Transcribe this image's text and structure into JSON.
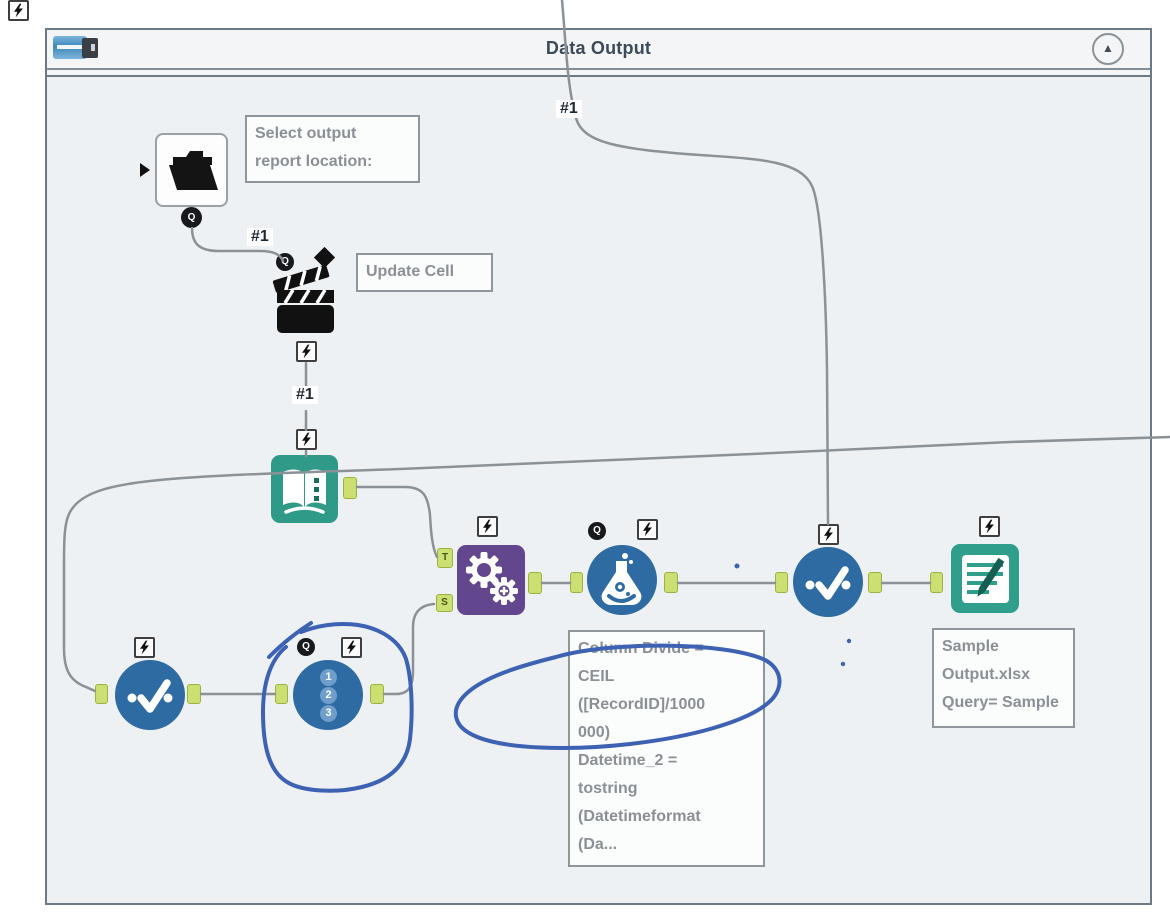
{
  "window": {
    "title": "Data Output",
    "collapse_glyph": "▲"
  },
  "connection_labels": {
    "incoming_top": "#1",
    "folder_to_action": "#1",
    "action_to_book": "#1"
  },
  "anchor_labels": {
    "q": "Q",
    "t": "T",
    "s": "S"
  },
  "record_id_digits": [
    "1",
    "2",
    "3"
  ],
  "annotations": {
    "select_output": {
      "line1": "Select output",
      "line2": "report location:"
    },
    "update_cell": {
      "text": "Update Cell"
    },
    "column_divide": {
      "line1": "Column Divide =",
      "line2": "CEIL",
      "line3": "([RecordID]/1000",
      "line4": "000)",
      "line5": "Datetime_2 =",
      "line6": "tostring",
      "line7": "(Datetimeformat",
      "line8": "(Da..."
    },
    "sample_output": {
      "line1": "Sample",
      "line2": "Output.xlsx",
      "line3": "Query= Sample"
    }
  },
  "colors": {
    "tool_blue": "#2e6ba3",
    "tool_teal": "#2f9a88",
    "tool_purple": "#63478e",
    "anchor_green": "#cbdf72",
    "wire_gray": "#8a9298",
    "pen_blue": "#3d62b3"
  }
}
